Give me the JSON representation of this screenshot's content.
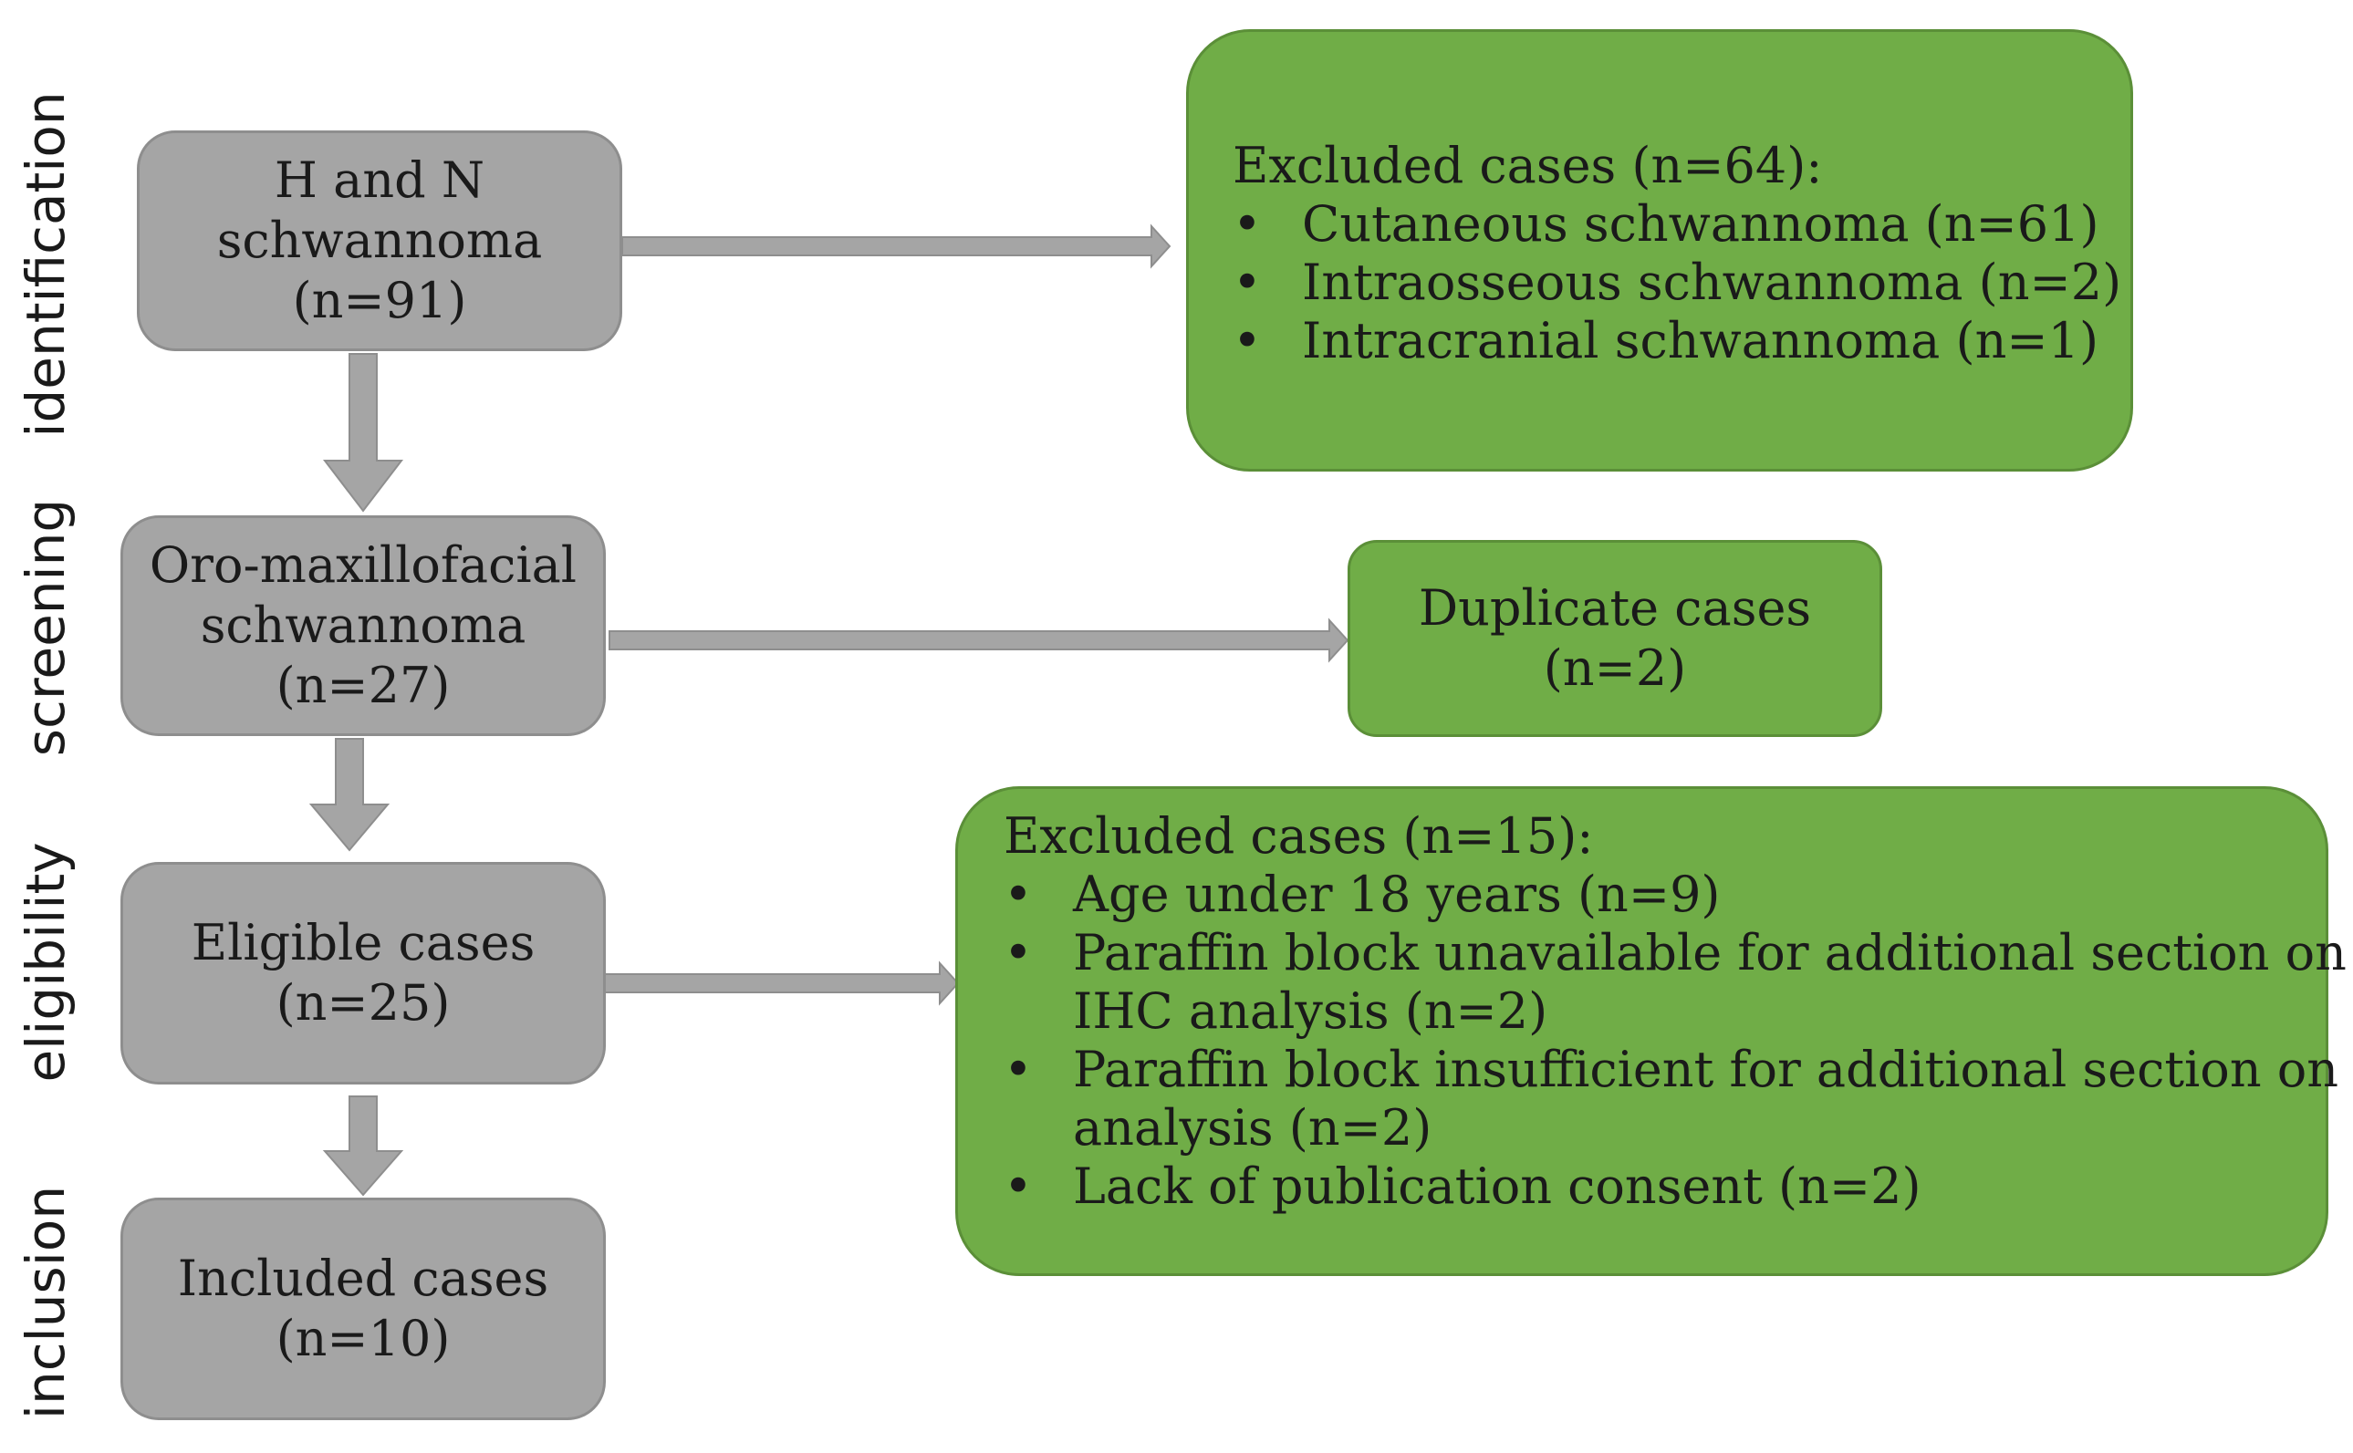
{
  "stage_labels": {
    "identification": "identification",
    "screening": "screening",
    "eligibility": "eligibility",
    "inclusion": "inclusion"
  },
  "left_boxes": {
    "identification": {
      "lines": [
        "H and N",
        "schwannoma",
        "(n=91)"
      ]
    },
    "screening": {
      "lines": [
        "Oro-maxillofacial",
        "schwannoma",
        "(n=27)"
      ]
    },
    "eligibility": {
      "lines": [
        "Eligible cases",
        "(n=25)"
      ]
    },
    "inclusion": {
      "lines": [
        "Included cases",
        "(n=10)"
      ]
    }
  },
  "right_boxes": {
    "excluded_identification": {
      "heading": "Excluded cases (n=64):",
      "items": [
        "Cutaneous schwannoma (n=61)",
        "Intraosseous schwannoma (n=2)",
        "Intracranial schwannoma (n=1)"
      ]
    },
    "duplicates": {
      "lines": [
        "Duplicate cases",
        "(n=2)"
      ]
    },
    "excluded_eligibility": {
      "heading": "Excluded cases (n=15):",
      "items": [
        {
          "line1": "Age under 18 years (n=9)",
          "line2": ""
        },
        {
          "line1": "Paraffin block unavailable for additional section on",
          "line2": "IHC analysis (n=2)"
        },
        {
          "line1": "Paraffin block insufficient for additional section on IHC",
          "line2": "analysis (n=2)"
        },
        {
          "line1": "Lack of publication consent (n=2)",
          "line2": ""
        }
      ]
    }
  },
  "bullet_symbol": "•",
  "colors": {
    "grey_box": "#a5a5a5",
    "green_box": "#70ad47",
    "arrow": "#a5a5a5"
  }
}
